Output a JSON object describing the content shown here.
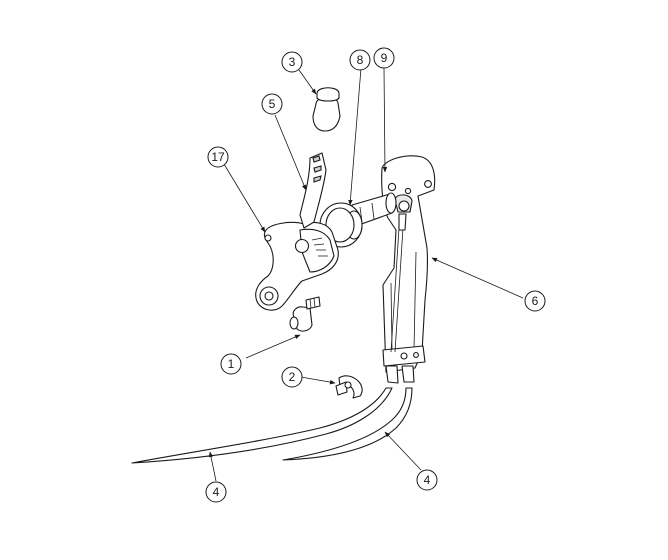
{
  "callouts": {
    "c1": "1",
    "c2": "2",
    "c3": "3",
    "c4a": "4",
    "c4b": "4",
    "c5": "5",
    "c6": "6",
    "c8": "8",
    "c9": "9",
    "c17": "17"
  }
}
